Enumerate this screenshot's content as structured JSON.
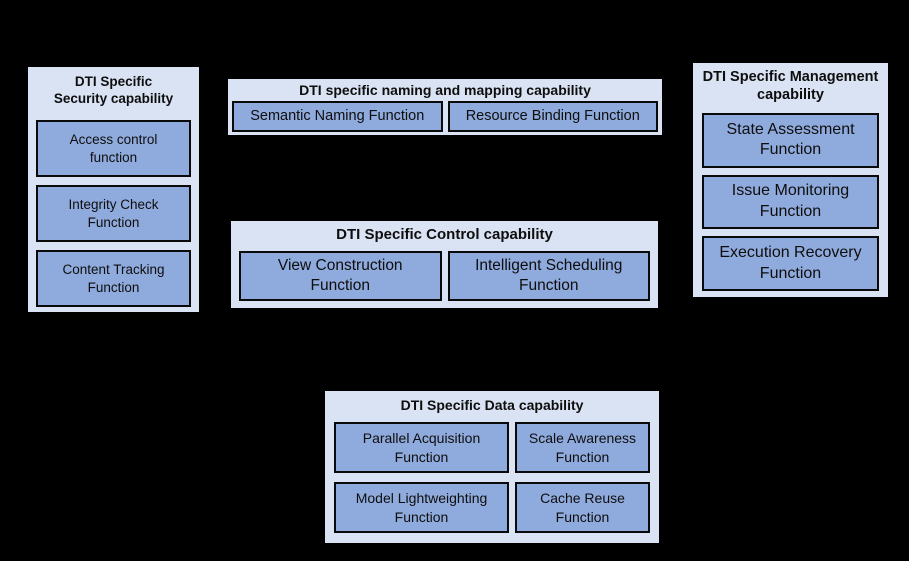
{
  "page": {
    "background": "#000000"
  },
  "colors": {
    "group_fill": "#dae3f3",
    "item_fill": "#8faadc",
    "border": "#000000",
    "text": "#0e0e0e"
  },
  "groups": [
    {
      "id": "security",
      "title": "DTI Specific\nSecurity capability",
      "items": [
        "Access control\nfunction",
        "Integrity Check\nFunction",
        "Content Tracking\nFunction"
      ]
    },
    {
      "id": "naming",
      "title": "DTI specific naming and mapping capability",
      "items": [
        "Semantic Naming Function",
        "Resource Binding Function"
      ]
    },
    {
      "id": "control",
      "title": "DTI Specific Control capability",
      "items": [
        "View Construction\nFunction",
        "Intelligent Scheduling\nFunction"
      ]
    },
    {
      "id": "management",
      "title": "DTI Specific Management\ncapability",
      "items": [
        "State Assessment\nFunction",
        "Issue Monitoring\nFunction",
        "Execution Recovery\nFunction"
      ]
    },
    {
      "id": "data",
      "title": "DTI Specific Data capability",
      "items": [
        "Parallel Acquisition\nFunction",
        "Scale Awareness\nFunction",
        "Model Lightweighting\nFunction",
        "Cache Reuse\nFunction"
      ]
    }
  ]
}
